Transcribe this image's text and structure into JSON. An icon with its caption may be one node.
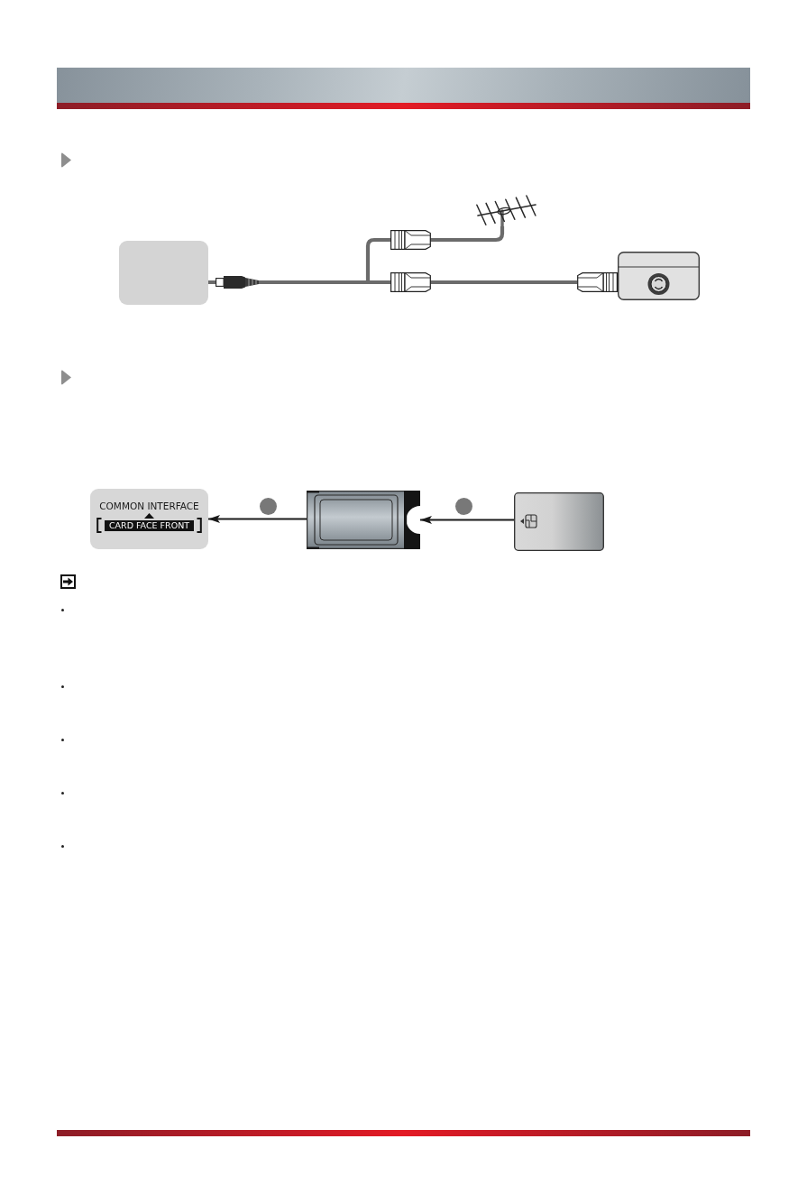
{
  "diagram": {
    "nodes": [
      {
        "text": [],
        "shape": "box"
      },
      {
        "text": [],
        "shape": "picture"
      },
      {
        "text": [],
        "shape": "picture"
      },
      {
        "text": [
          "COMMON INTERFACE",
          "CARD FACE FRONT"
        ]
      },
      {
        "text": [],
        "shape": "picture"
      },
      {
        "text": [],
        "shape": "picture"
      }
    ],
    "edges": [
      {
        "from": 0,
        "to": 2,
        "arrow": "none",
        "style": "thick",
        "color": "#6b6b6b"
      },
      {
        "from": 0,
        "to": 1,
        "arrow": "none",
        "style": "thick",
        "color": "#6b6b6b"
      },
      {
        "from": 4,
        "to": 3,
        "arrow": "to"
      },
      {
        "from": 5,
        "to": 4,
        "arrow": "to"
      }
    ]
  }
}
